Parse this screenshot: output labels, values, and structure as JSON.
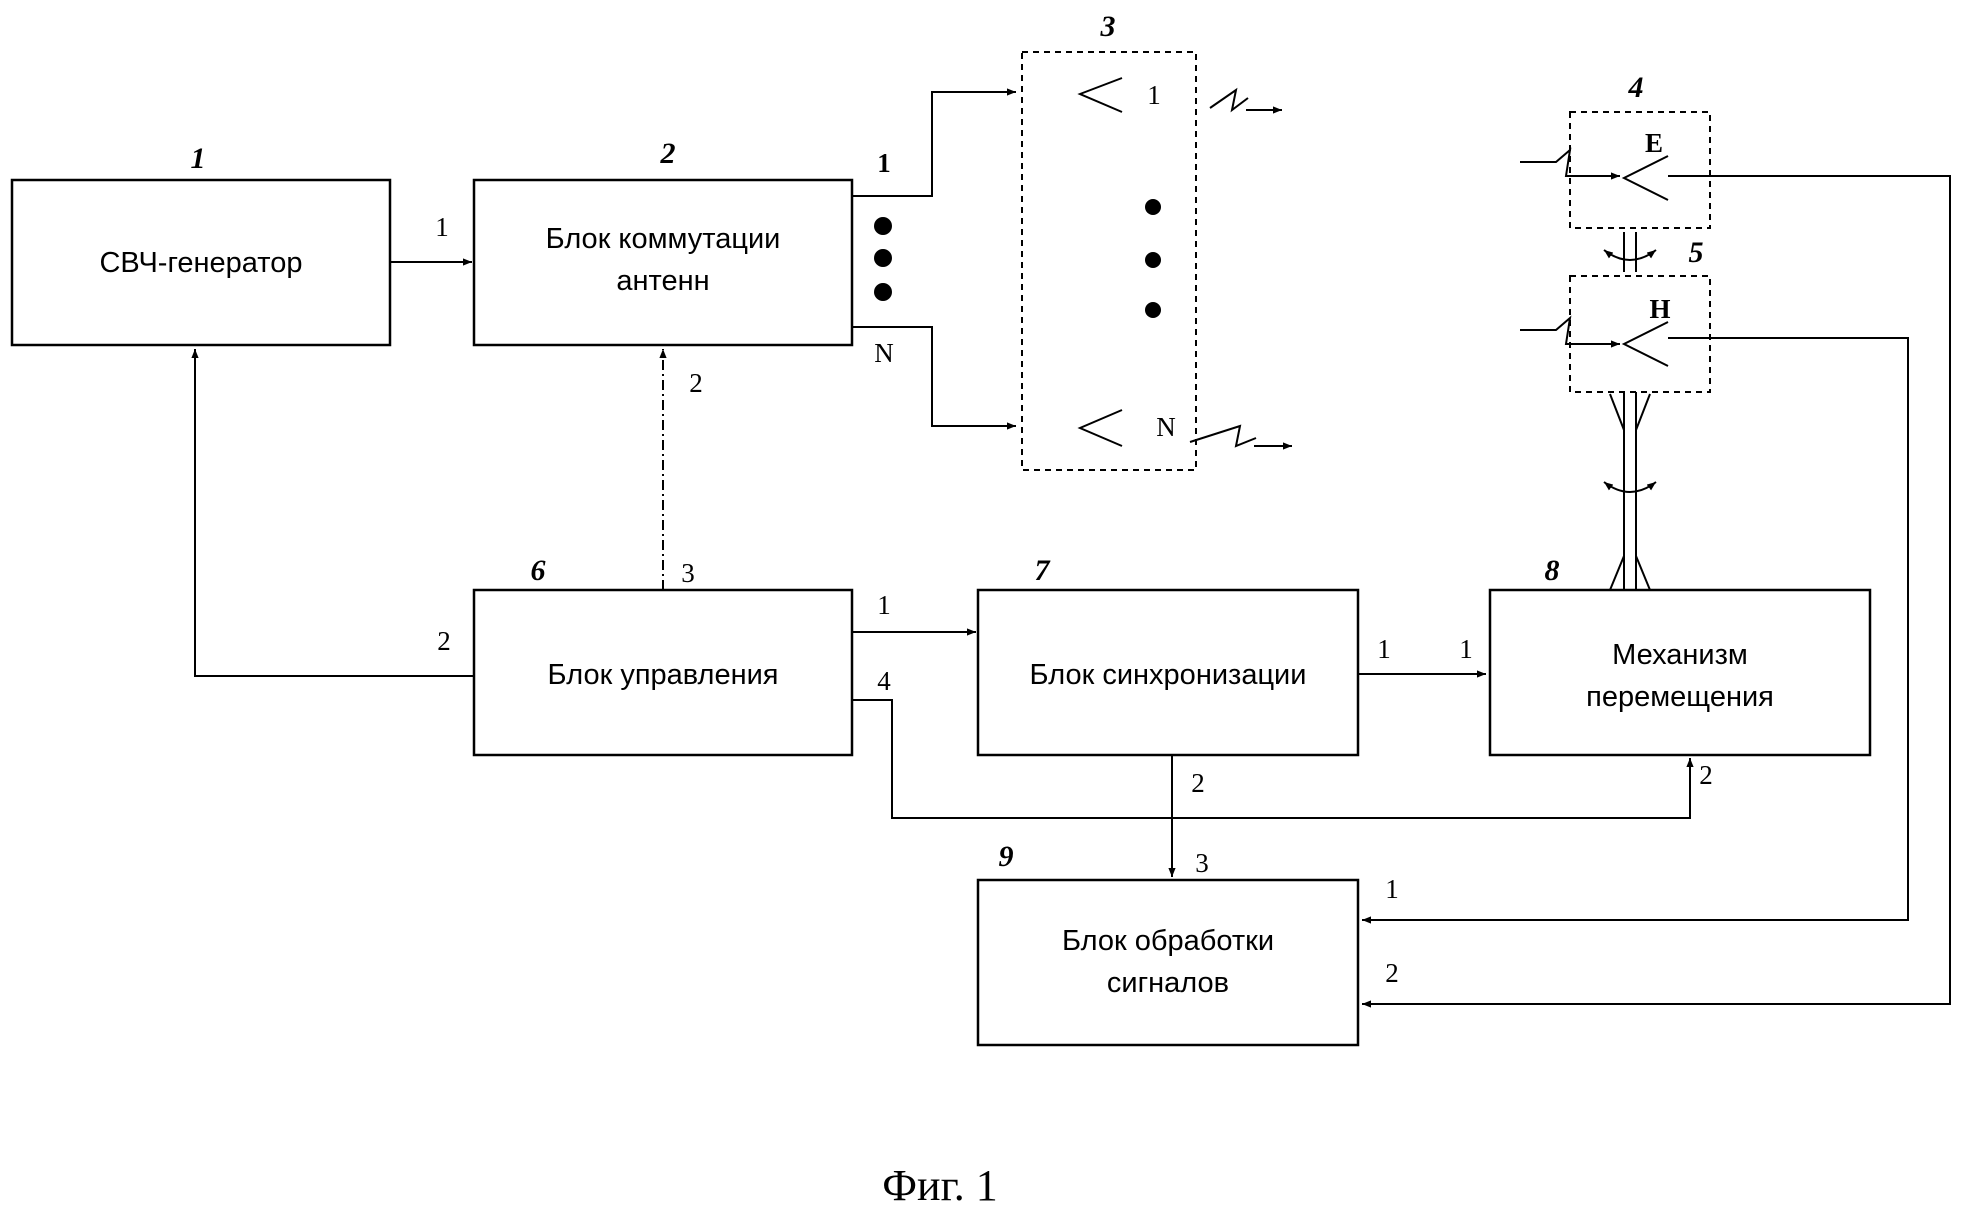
{
  "blocks": {
    "b1": {
      "num": "1",
      "line1": "СВЧ-генератор"
    },
    "b2": {
      "num": "2",
      "line1": "Блок коммутации",
      "line2": "антенн"
    },
    "b3": {
      "num": "3",
      "ant_first": "1",
      "ant_last": "N"
    },
    "b4": {
      "num": "4",
      "label": "E"
    },
    "b5": {
      "num": "5",
      "label": "H"
    },
    "b6": {
      "num": "6",
      "line1": "Блок управления"
    },
    "b7": {
      "num": "7",
      "line1": "Блок синхронизации"
    },
    "b8": {
      "num": "8",
      "line1": "Механизм",
      "line2": "перемещения"
    },
    "b9": {
      "num": "9",
      "line1": "Блок обработки",
      "line2": "сигналов"
    }
  },
  "ports": {
    "b1_out": "1",
    "b2_out1": "1",
    "b2_outN": "N",
    "b2_in2": "2",
    "b6_out3": "3",
    "b6_out2": "2",
    "b6_out1": "1",
    "b6_out4": "4",
    "b7_out1": "1",
    "b8_in1": "1",
    "b8_in2": "2",
    "b7_out2": "2",
    "b9_in3": "3",
    "b9_in1": "1",
    "b9_in2": "2"
  },
  "caption": "Фиг. 1"
}
